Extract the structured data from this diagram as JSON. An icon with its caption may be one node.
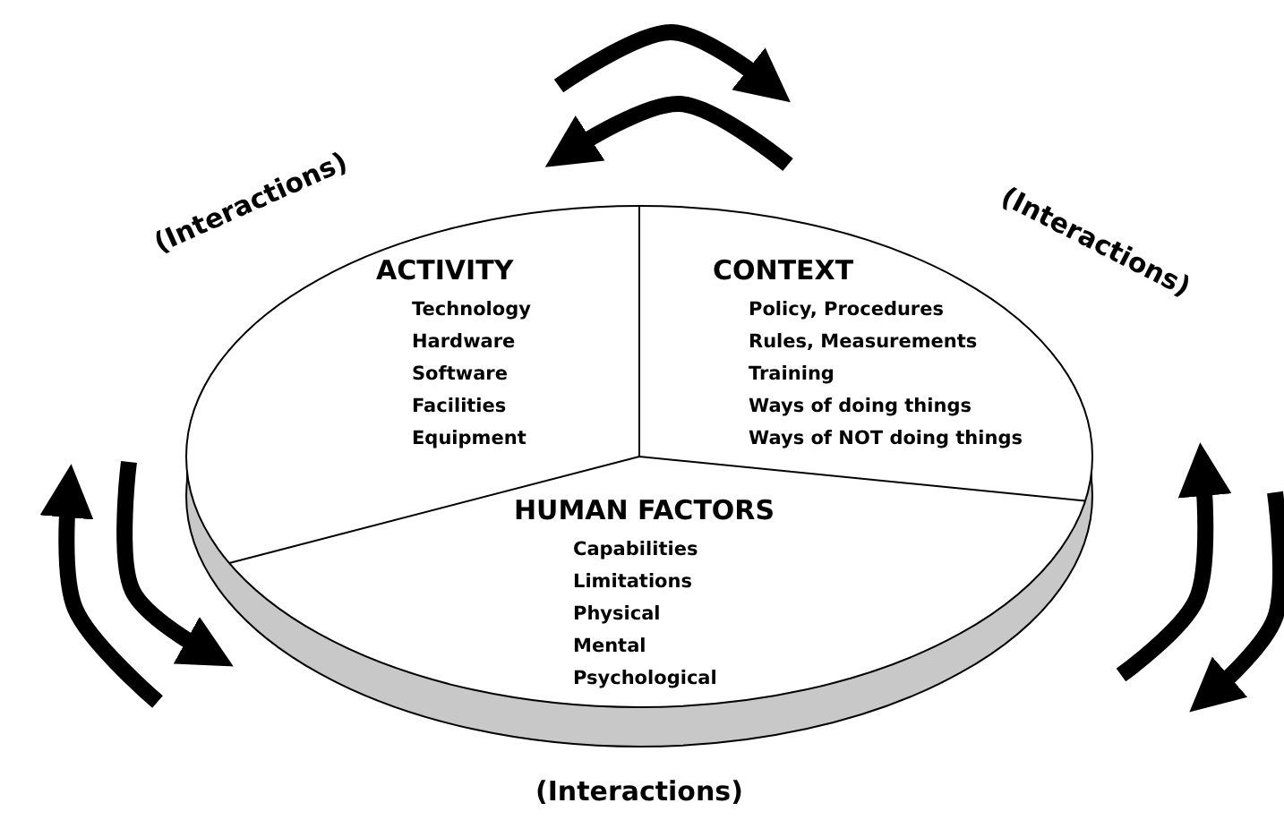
{
  "diagram": {
    "nodes": [
      {
        "text": [
          "ACTIVITY",
          "Technology",
          "Hardware",
          "Software",
          "Facilities",
          "Equipment"
        ]
      },
      {
        "text": [
          "CONTEXT",
          "Policy, Procedures",
          "Rules, Measurements",
          "Training",
          "Ways of doing things",
          "Ways of NOT doing things"
        ]
      },
      {
        "text": [
          "HUMAN FACTORS",
          "Capabilities",
          "Limitations",
          "Physical",
          "Mental",
          "Psychological"
        ]
      }
    ],
    "labels": [
      "(Interactions)",
      "(Interactions)",
      "(Interactions)"
    ]
  }
}
